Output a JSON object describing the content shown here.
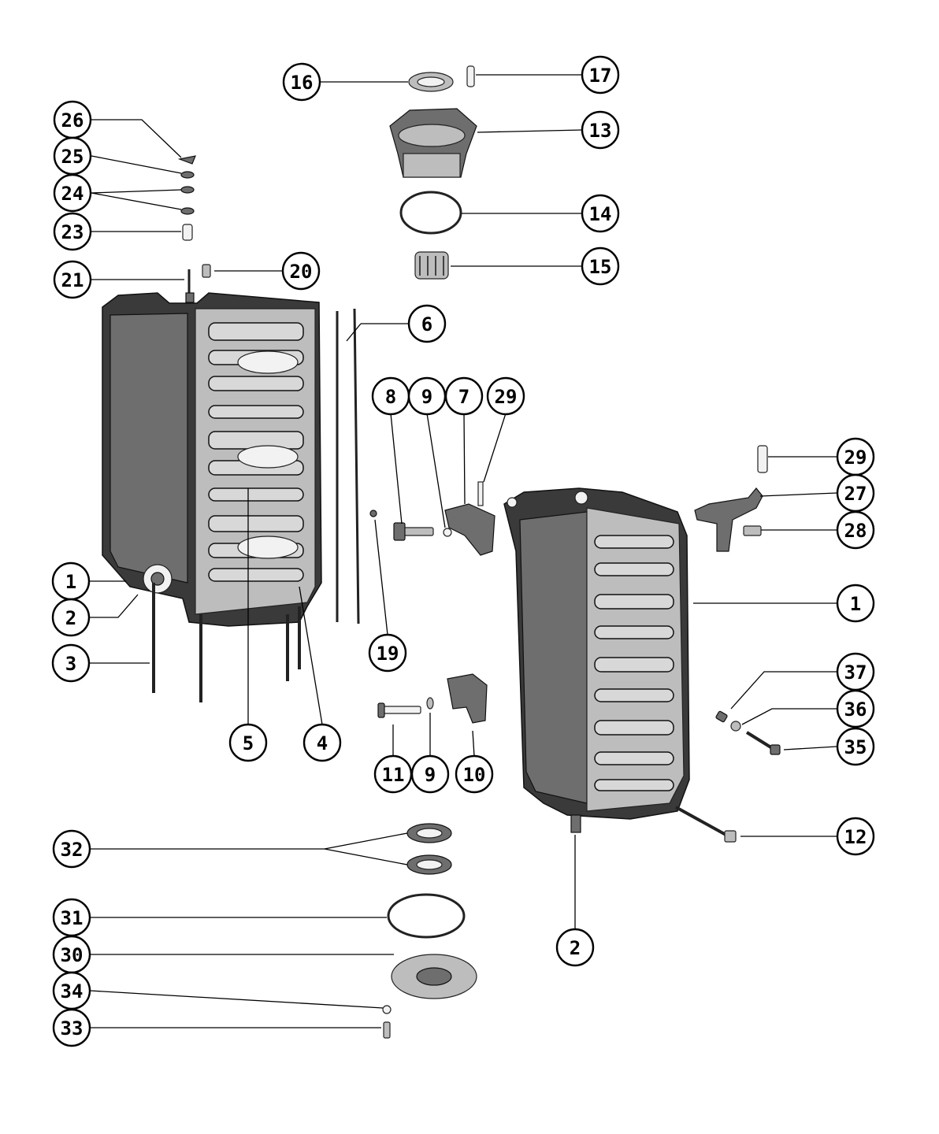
{
  "callouts": [
    {
      "id": "c16",
      "label": "16"
    },
    {
      "id": "c17",
      "label": "17"
    },
    {
      "id": "c13",
      "label": "13"
    },
    {
      "id": "c14",
      "label": "14"
    },
    {
      "id": "c15",
      "label": "15"
    },
    {
      "id": "c26",
      "label": "26"
    },
    {
      "id": "c25",
      "label": "25"
    },
    {
      "id": "c24",
      "label": "24"
    },
    {
      "id": "c23",
      "label": "23"
    },
    {
      "id": "c21",
      "label": "21"
    },
    {
      "id": "c20",
      "label": "20"
    },
    {
      "id": "c6",
      "label": "6"
    },
    {
      "id": "c8",
      "label": "8"
    },
    {
      "id": "c9a",
      "label": "9"
    },
    {
      "id": "c7",
      "label": "7"
    },
    {
      "id": "c29a",
      "label": "29"
    },
    {
      "id": "c29b",
      "label": "29"
    },
    {
      "id": "c27",
      "label": "27"
    },
    {
      "id": "c28",
      "label": "28"
    },
    {
      "id": "c1a",
      "label": "1"
    },
    {
      "id": "c2a",
      "label": "2"
    },
    {
      "id": "c3",
      "label": "3"
    },
    {
      "id": "c19",
      "label": "19"
    },
    {
      "id": "c1b",
      "label": "1"
    },
    {
      "id": "c5",
      "label": "5"
    },
    {
      "id": "c4",
      "label": "4"
    },
    {
      "id": "c37",
      "label": "37"
    },
    {
      "id": "c36",
      "label": "36"
    },
    {
      "id": "c35",
      "label": "35"
    },
    {
      "id": "c11",
      "label": "11"
    },
    {
      "id": "c9b",
      "label": "9"
    },
    {
      "id": "c10",
      "label": "10"
    },
    {
      "id": "c32",
      "label": "32"
    },
    {
      "id": "c12",
      "label": "12"
    },
    {
      "id": "c31",
      "label": "31"
    },
    {
      "id": "c30",
      "label": "30"
    },
    {
      "id": "c2b",
      "label": "2"
    },
    {
      "id": "c34",
      "label": "34"
    },
    {
      "id": "c33",
      "label": "33"
    }
  ]
}
